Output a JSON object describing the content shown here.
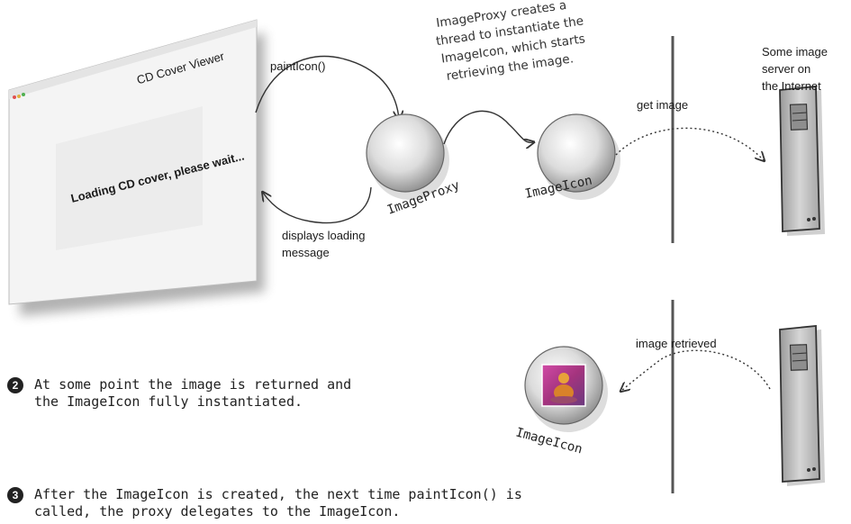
{
  "window": {
    "title": "CD Cover Viewer",
    "loading_message": "Loading CD cover, please wait..."
  },
  "labels": {
    "paint_icon": "paintIcon()",
    "displays_loading": "displays loading",
    "message": "message",
    "image_proxy": "ImageProxy",
    "image_icon_top": "ImageIcon",
    "image_icon_bottom": "ImageIcon",
    "get_image": "get image",
    "image_retrieved": "image retrieved"
  },
  "annotation": {
    "line1": "ImageProxy creates a",
    "line2": "thread to instantiate the",
    "line3": "ImageIcon, which starts",
    "line4": "retrieving the image."
  },
  "server_label": {
    "line1": "Some image",
    "line2": "server on",
    "line3": "the Internet"
  },
  "steps": [
    {
      "number": "2",
      "lines": [
        "At some point the image is returned and",
        "the ImageIcon fully instantiated."
      ]
    },
    {
      "number": "3",
      "lines": [
        "After the ImageIcon is created, the next time paintIcon() is",
        "called, the proxy delegates to the ImageIcon."
      ]
    }
  ]
}
